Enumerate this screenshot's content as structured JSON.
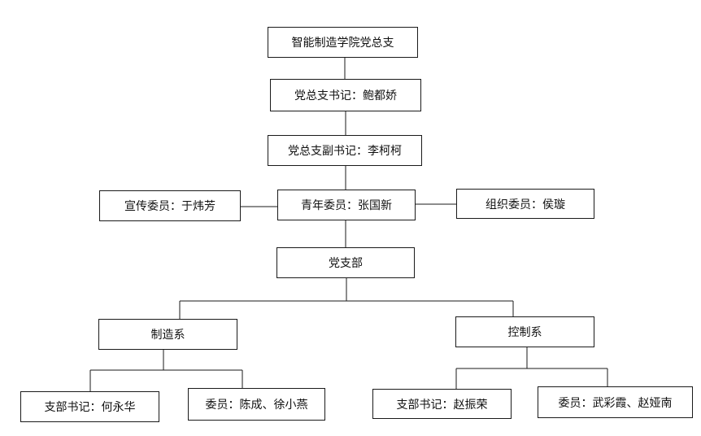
{
  "chart": {
    "general_branch": "智能制造学院党总支",
    "secretary": "党总支书记：鲍都娇",
    "deputy_secretary": "党总支副书记：李柯柯",
    "propaganda": "宣传委员：于炜芳",
    "youth": "青年委员：张国新",
    "organization": "组织委员：侯璇",
    "branch": "党支部",
    "departments": [
      {
        "name": "制造系",
        "secretary": "支部书记：何永华",
        "members": "委员：陈成、徐小燕"
      },
      {
        "name": "控制系",
        "secretary": "支部书记：赵振荣",
        "members": "委员：武彩霞、赵娅南"
      }
    ]
  }
}
